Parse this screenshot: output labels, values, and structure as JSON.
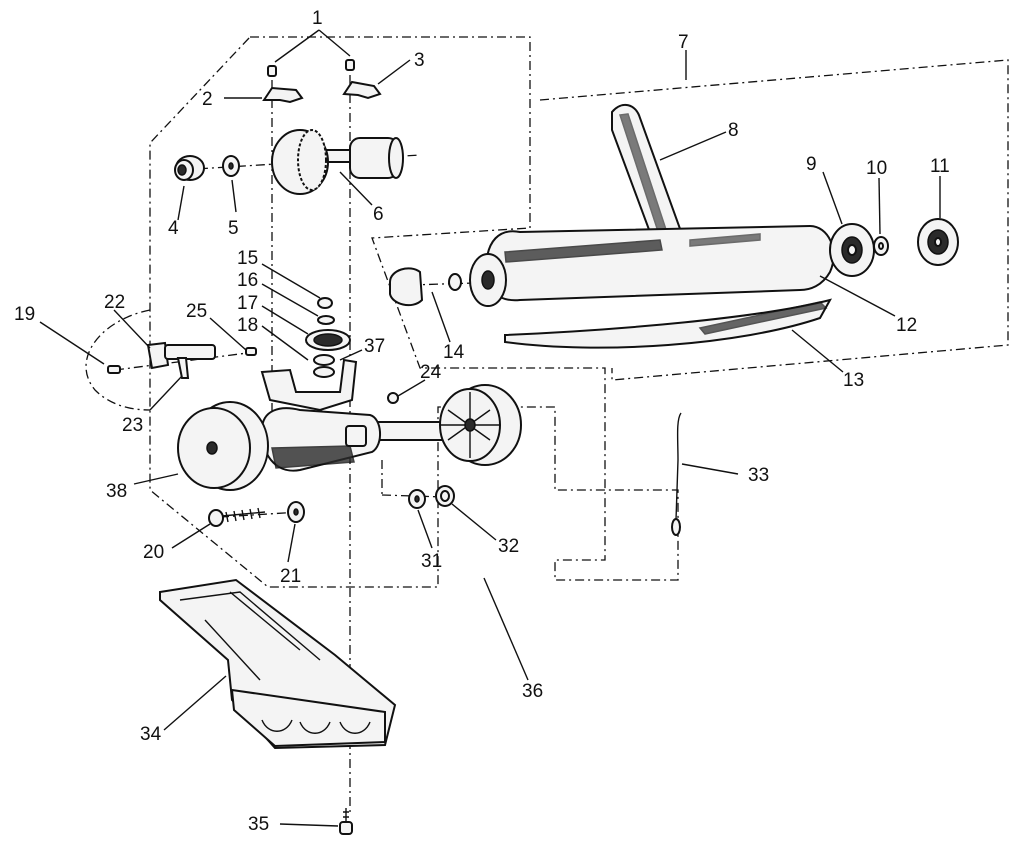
{
  "callouts": [
    {
      "id": "1",
      "label": "1"
    },
    {
      "id": "2",
      "label": "2"
    },
    {
      "id": "3",
      "label": "3"
    },
    {
      "id": "4",
      "label": "4"
    },
    {
      "id": "5",
      "label": "5"
    },
    {
      "id": "6",
      "label": "6"
    },
    {
      "id": "7",
      "label": "7"
    },
    {
      "id": "8",
      "label": "8"
    },
    {
      "id": "9",
      "label": "9"
    },
    {
      "id": "10",
      "label": "10"
    },
    {
      "id": "11",
      "label": "11"
    },
    {
      "id": "12",
      "label": "12"
    },
    {
      "id": "13",
      "label": "13"
    },
    {
      "id": "14",
      "label": "14"
    },
    {
      "id": "15",
      "label": "15"
    },
    {
      "id": "16",
      "label": "16"
    },
    {
      "id": "17",
      "label": "17"
    },
    {
      "id": "18",
      "label": "18"
    },
    {
      "id": "19",
      "label": "19"
    },
    {
      "id": "20",
      "label": "20"
    },
    {
      "id": "21",
      "label": "21"
    },
    {
      "id": "22",
      "label": "22"
    },
    {
      "id": "23",
      "label": "23"
    },
    {
      "id": "24",
      "label": "24"
    },
    {
      "id": "25",
      "label": "25"
    },
    {
      "id": "31",
      "label": "31"
    },
    {
      "id": "32",
      "label": "32"
    },
    {
      "id": "33",
      "label": "33"
    },
    {
      "id": "34",
      "label": "34"
    },
    {
      "id": "35",
      "label": "35"
    },
    {
      "id": "36",
      "label": "36"
    },
    {
      "id": "37",
      "label": "37"
    },
    {
      "id": "38",
      "label": "38"
    }
  ]
}
